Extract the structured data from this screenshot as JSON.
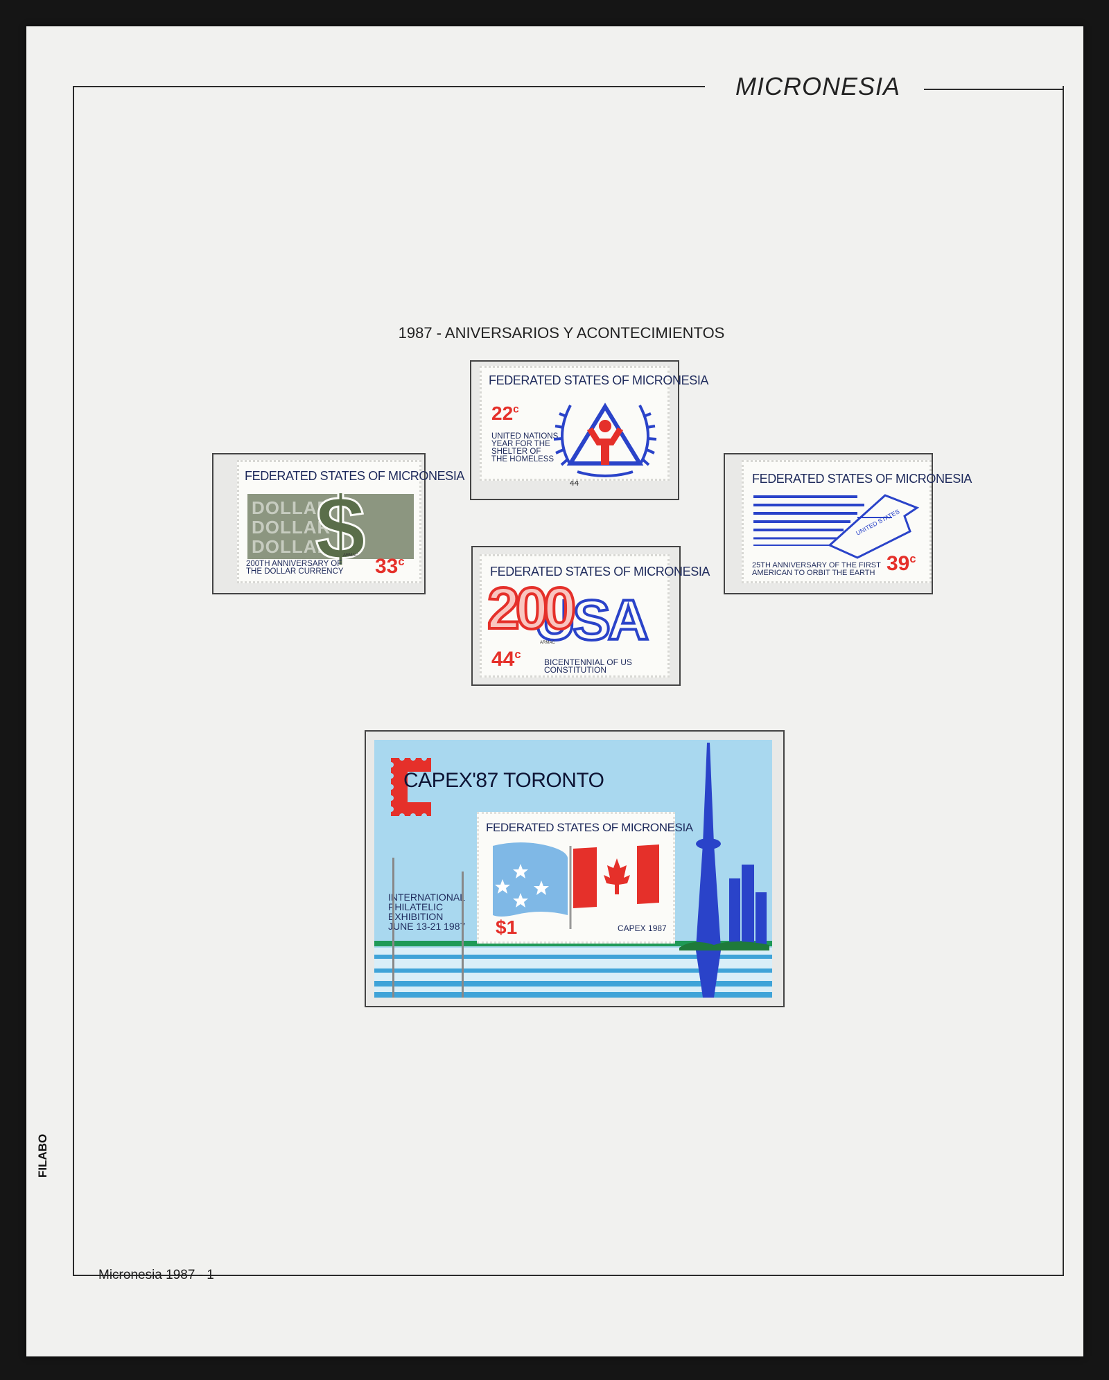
{
  "page": {
    "country_title": "MICRONESIA",
    "section_title": "1987 - ANIVERSARIOS Y ACONTECIMIENTOS",
    "footer_label": "Micronesia 1987 - 1",
    "publisher": "FILABO"
  },
  "stamps": {
    "homeless": {
      "country": "FEDERATED STATES OF MICRONESIA",
      "value": "22",
      "unit": "c",
      "caption": [
        "UNITED NATIONS",
        "YEAR FOR THE",
        "SHELTER OF",
        "THE HOMELESS"
      ],
      "mount_number": "44"
    },
    "dollar": {
      "country": "FEDERATED STATES OF MICRONESIA",
      "value": "33",
      "unit": "c",
      "caption": [
        "200TH ANNIVERSARY OF",
        "THE DOLLAR CURRENCY"
      ],
      "background_words": [
        "DOLLAR",
        "DOLLAR",
        "DOLLAR"
      ],
      "symbol": "$",
      "printer": "ARMAC"
    },
    "orbit": {
      "country": "FEDERATED STATES OF MICRONESIA",
      "value": "39",
      "unit": "c",
      "caption": [
        "25TH ANNIVERSARY OF THE FIRST",
        "AMERICAN TO ORBIT THE EARTH"
      ],
      "capsule_text": "UNITED STATES"
    },
    "constitution": {
      "country": "FEDERATED STATES OF MICRONESIA",
      "value": "44",
      "unit": "c",
      "big_numeral": "200",
      "big_letters": "USA",
      "caption": [
        "BICENTENNIAL OF US CONSTITUTION"
      ],
      "printer": "ARMAC"
    }
  },
  "sheetlet": {
    "title": "CAPEX'87 TORONTO",
    "exhibition_lines": [
      "INTERNATIONAL",
      "PHILATELIC",
      "EXHIBITION",
      "JUNE 13-21 1987"
    ],
    "inner_stamp": {
      "country": "FEDERATED STATES OF MICRONESIA",
      "value": "$1",
      "event": "CAPEX 1987"
    }
  },
  "colors": {
    "red": "#e5302a",
    "navy": "#1f2b5c",
    "blue": "#2a43c9",
    "olive": "#5a6e4a",
    "sky": "#a9d8ef"
  }
}
